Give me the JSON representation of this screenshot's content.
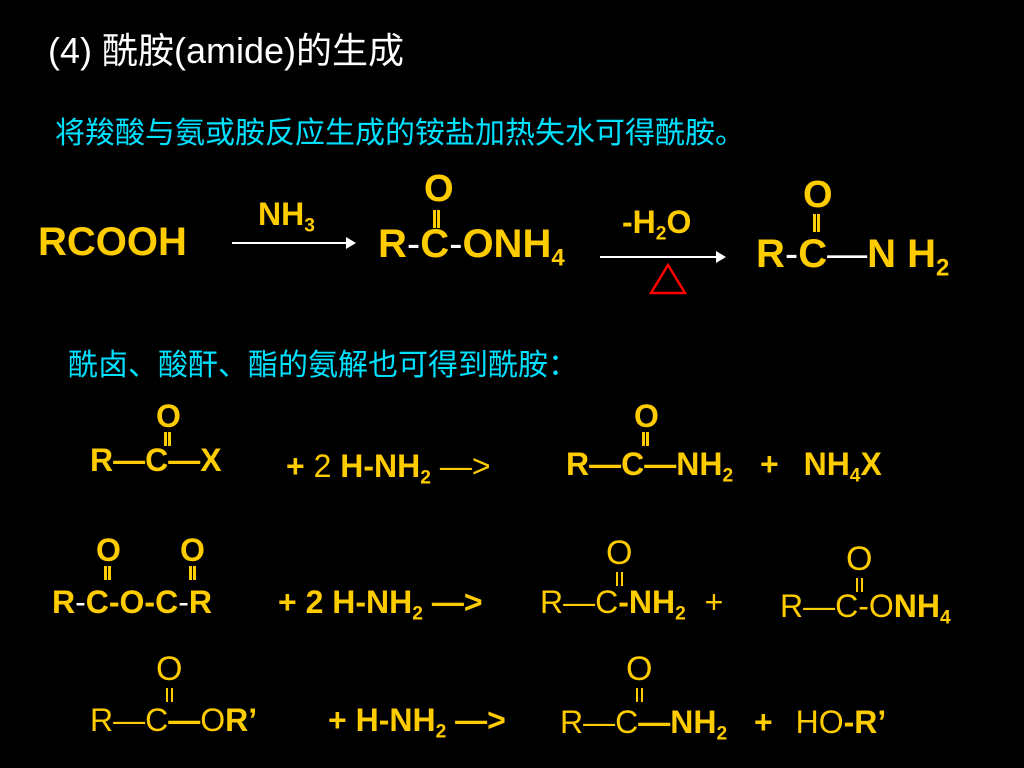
{
  "title": "(4) 酰胺(amide)的生成",
  "subtitle1": "将羧酸与氨或胺反应生成的铵盐加热失水可得酰胺。",
  "subtitle2": "酰卤、酸酐、酯的氨解也可得到酰胺：",
  "reaction1": {
    "start": "RCOOH",
    "reagent1": "NH",
    "reagent1_sub": "3",
    "mid_o": "O",
    "mid_r": "R",
    "mid_dash1": "-",
    "mid_c": "C",
    "mid_dash2": "-",
    "mid_onh": "ONH",
    "mid_sub": "4",
    "reagent2_pre": "-H",
    "reagent2_sub": "2",
    "reagent2_post": "O",
    "heat": "△",
    "prod_o": "O",
    "prod_r": "R",
    "prod_dash": "-",
    "prod_c": "C",
    "prod_bond": "—",
    "prod_n": "N",
    "prod_h": "H",
    "prod_sub": "2"
  },
  "reaction2": {
    "o1": "O",
    "left": "R—C—X",
    "plus_coef": "+",
    "coef": "2",
    "reagent": "H-NH",
    "reagent_sub": "2",
    "arrow": "—>",
    "o2": "O",
    "prod": "R—C—NH",
    "prod_sub": "2",
    "plus2": "+",
    "byprod": "NH",
    "byprod_sub": "4",
    "byprod_post": "X"
  },
  "reaction3": {
    "o1": "O",
    "o2": "O",
    "left_r1": "R",
    "left_d1": "-",
    "left_core": "C-O-C",
    "left_d2": "-",
    "left_r2": "R",
    "plus": "+",
    "reagent": "2 H-NH",
    "reagent_sub": "2",
    "arrow": "—>",
    "o3": "O",
    "prod1_thin": "R—C",
    "prod1_bold": "-NH",
    "prod1_sub": "2",
    "plus2": "+",
    "o4": "O",
    "prod2_thin": "R—C-O",
    "prod2_bold": "NH",
    "prod2_sub": "4"
  },
  "reaction4": {
    "o1": "O",
    "left_thin": "R—C",
    "left_bond": "—",
    "left_o": "O",
    "left_r": "R’",
    "plus": "+",
    "reagent": "H-NH",
    "reagent_sub": "2",
    "arrow": "—>",
    "o2": "O",
    "prod_thin": "R—C",
    "prod_bold": "—NH",
    "prod_sub": "2",
    "plus2": "+",
    "byprod_thin": "HO",
    "byprod_bold": "-R’"
  },
  "colors": {
    "background": "#000000",
    "formula": "#FFCC00",
    "text": "#FFFFFF",
    "note": "#00E0FF",
    "heat": "#FF0000"
  }
}
